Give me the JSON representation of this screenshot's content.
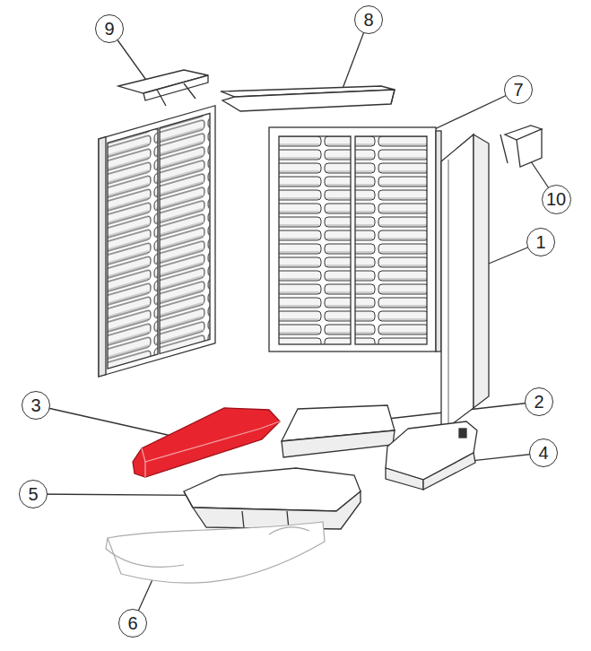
{
  "diagram": {
    "nodes": [
      {
        "text": [
          "9"
        ]
      },
      {
        "text": [
          "8"
        ]
      },
      {
        "text": [
          "7"
        ]
      },
      {
        "text": [
          "10"
        ]
      },
      {
        "text": [
          "1"
        ]
      },
      {
        "text": [
          "3"
        ]
      },
      {
        "text": [
          "2"
        ]
      },
      {
        "text": [
          "4"
        ]
      },
      {
        "text": [
          "5"
        ]
      },
      {
        "text": [
          "6"
        ]
      }
    ]
  }
}
